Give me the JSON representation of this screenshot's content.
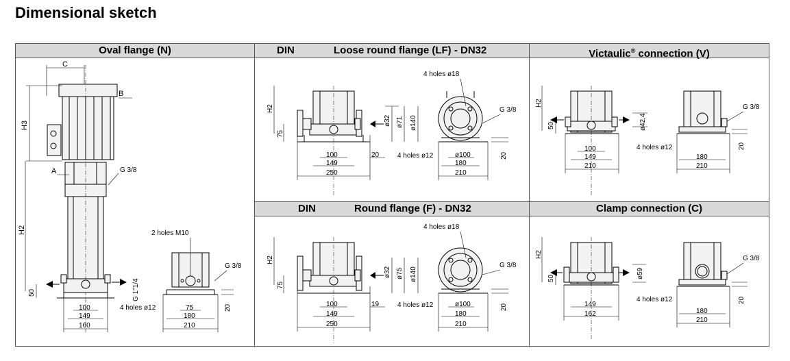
{
  "page": {
    "title": "Dimensional sketch"
  },
  "panels": {
    "oval": {
      "title": "Oval flange (N)",
      "labels": {
        "C": "C",
        "B": "B",
        "H3": "H3",
        "A": "A",
        "H2": "H2",
        "g38": "G 3/8",
        "n50": "50",
        "g114": "G 1\"1/4",
        "n100": "100",
        "n149": "149",
        "n160": "160",
        "holes_m10": "2 holes M10",
        "g38b": "G 3/8",
        "holes12": "4 holes ø12",
        "n75": "75",
        "n180": "180",
        "n210": "210",
        "n20": "20"
      }
    },
    "lf": {
      "prefix": "DIN",
      "title": "Loose round flange (LF) - DN32",
      "labels": {
        "H2": "H2",
        "n75": "75",
        "n100": "100",
        "n149": "149",
        "n250": "250",
        "n20": "20",
        "d32": "ø32",
        "d71": "ø71",
        "d140": "ø140",
        "holes18": "4 holes ø18",
        "g38": "G 3/8",
        "holes12": "4 holes ø12",
        "d100": "ø100",
        "n180": "180",
        "n210": "210",
        "n20b": "20"
      }
    },
    "victaulic": {
      "title": "Victaulic",
      "title_sup": "®",
      "title_rest": " connection (V)",
      "labels": {
        "H2": "H2",
        "n50": "50",
        "d424": "ø42,4",
        "n100": "100",
        "n149": "149",
        "n210": "210",
        "holes12": "4 holes ø12",
        "g38": "G 3/8",
        "n180": "180",
        "n210b": "210",
        "n20": "20"
      }
    },
    "rf": {
      "prefix": "DIN",
      "title": "Round flange (F) - DN32",
      "labels": {
        "H2": "H2",
        "n75": "75",
        "n100": "100",
        "n149": "149",
        "n250": "250",
        "n19": "19",
        "d32": "ø32",
        "d75": "ø75",
        "d140": "ø140",
        "holes18": "4 holes ø18",
        "g38": "G 3/8",
        "holes12": "4 holes ø12",
        "d100": "ø100",
        "n180": "180",
        "n210": "210",
        "n20": "20"
      }
    },
    "clamp": {
      "title": "Clamp connection (C)",
      "labels": {
        "H2": "H2",
        "n50": "50",
        "d59": "ø59",
        "n149": "149",
        "n162": "162",
        "holes12": "4 holes ø12",
        "g38": "G 3/8",
        "n180": "180",
        "n210": "210",
        "n20": "20"
      }
    }
  }
}
